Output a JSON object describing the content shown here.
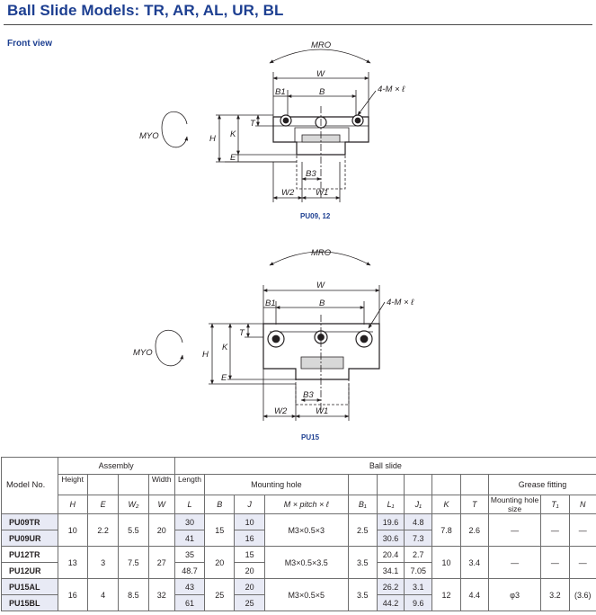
{
  "page": {
    "title": "Ball Slide Models: TR, AR, AL, UR, BL",
    "front_view_label": "Front view"
  },
  "drawings": {
    "top": {
      "caption": "PU09, 12",
      "labels": {
        "mro": "MRO",
        "myo": "MYO",
        "w": "W",
        "b": "B",
        "b1": "B1",
        "mount": "4-M × ℓ",
        "t": "T",
        "k": "K",
        "h": "H",
        "e": "E",
        "b3": "B3",
        "w2": "W2",
        "w1": "W1"
      }
    },
    "bottom": {
      "caption": "PU15",
      "labels": {
        "mro": "MRO",
        "myo": "MYO",
        "w": "W",
        "b": "B",
        "b1": "B1",
        "mount": "4-M × ℓ",
        "t": "T",
        "k": "K",
        "h": "H",
        "e": "E",
        "b3": "B3",
        "w2": "W2",
        "w1": "W1"
      }
    }
  },
  "table": {
    "group_headers": {
      "model_no": "Model No.",
      "assembly": "Assembly",
      "ball_slide": "Ball slide"
    },
    "sub_headers": {
      "height": "Height",
      "width": "Width",
      "length": "Length",
      "mounting_hole": "Mounting hole",
      "grease_fitting": "Grease fitting",
      "mounting_hole_size": "Mounting hole size"
    },
    "symbols": {
      "h": "H",
      "e": "E",
      "w2": "W₂",
      "w": "W",
      "l": "L",
      "b": "B",
      "j": "J",
      "m_pitch": "M × pitch × ℓ",
      "b1": "B₁",
      "l1": "L₁",
      "j1": "J₁",
      "k": "K",
      "t": "T",
      "t1": "T₁",
      "n": "N"
    },
    "rows": [
      {
        "models": [
          "PU09TR",
          "PU09UR"
        ],
        "H": "10",
        "E": "2.2",
        "W2": "5.5",
        "W": "20",
        "L": [
          "30",
          "41"
        ],
        "B": "15",
        "J": [
          "10",
          "16"
        ],
        "M": "M3×0.5×3",
        "B1": "2.5",
        "L1": [
          "19.6",
          "30.6"
        ],
        "J1": [
          "4.8",
          "7.3"
        ],
        "K": "7.8",
        "T": "2.6",
        "mhs": "—",
        "T1": "—",
        "N": "—"
      },
      {
        "models": [
          "PU12TR",
          "PU12UR"
        ],
        "H": "13",
        "E": "3",
        "W2": "7.5",
        "W": "27",
        "L": [
          "35",
          "48.7"
        ],
        "B": "20",
        "J": [
          "15",
          "20"
        ],
        "M": "M3×0.5×3.5",
        "B1": "3.5",
        "L1": [
          "20.4",
          "34.1"
        ],
        "J1": [
          "2.7",
          "7.05"
        ],
        "K": "10",
        "T": "3.4",
        "mhs": "—",
        "T1": "—",
        "N": "—"
      },
      {
        "models": [
          "PU15AL",
          "PU15BL"
        ],
        "H": "16",
        "E": "4",
        "W2": "8.5",
        "W": "32",
        "L": [
          "43",
          "61"
        ],
        "B": "25",
        "J": [
          "20",
          "25"
        ],
        "M": "M3×0.5×5",
        "B1": "3.5",
        "L1": [
          "26.2",
          "44.2"
        ],
        "J1": [
          "3.1",
          "9.6"
        ],
        "K": "12",
        "T": "4.4",
        "mhs": "φ3",
        "T1": "3.2",
        "N": "(3.6)"
      }
    ]
  }
}
